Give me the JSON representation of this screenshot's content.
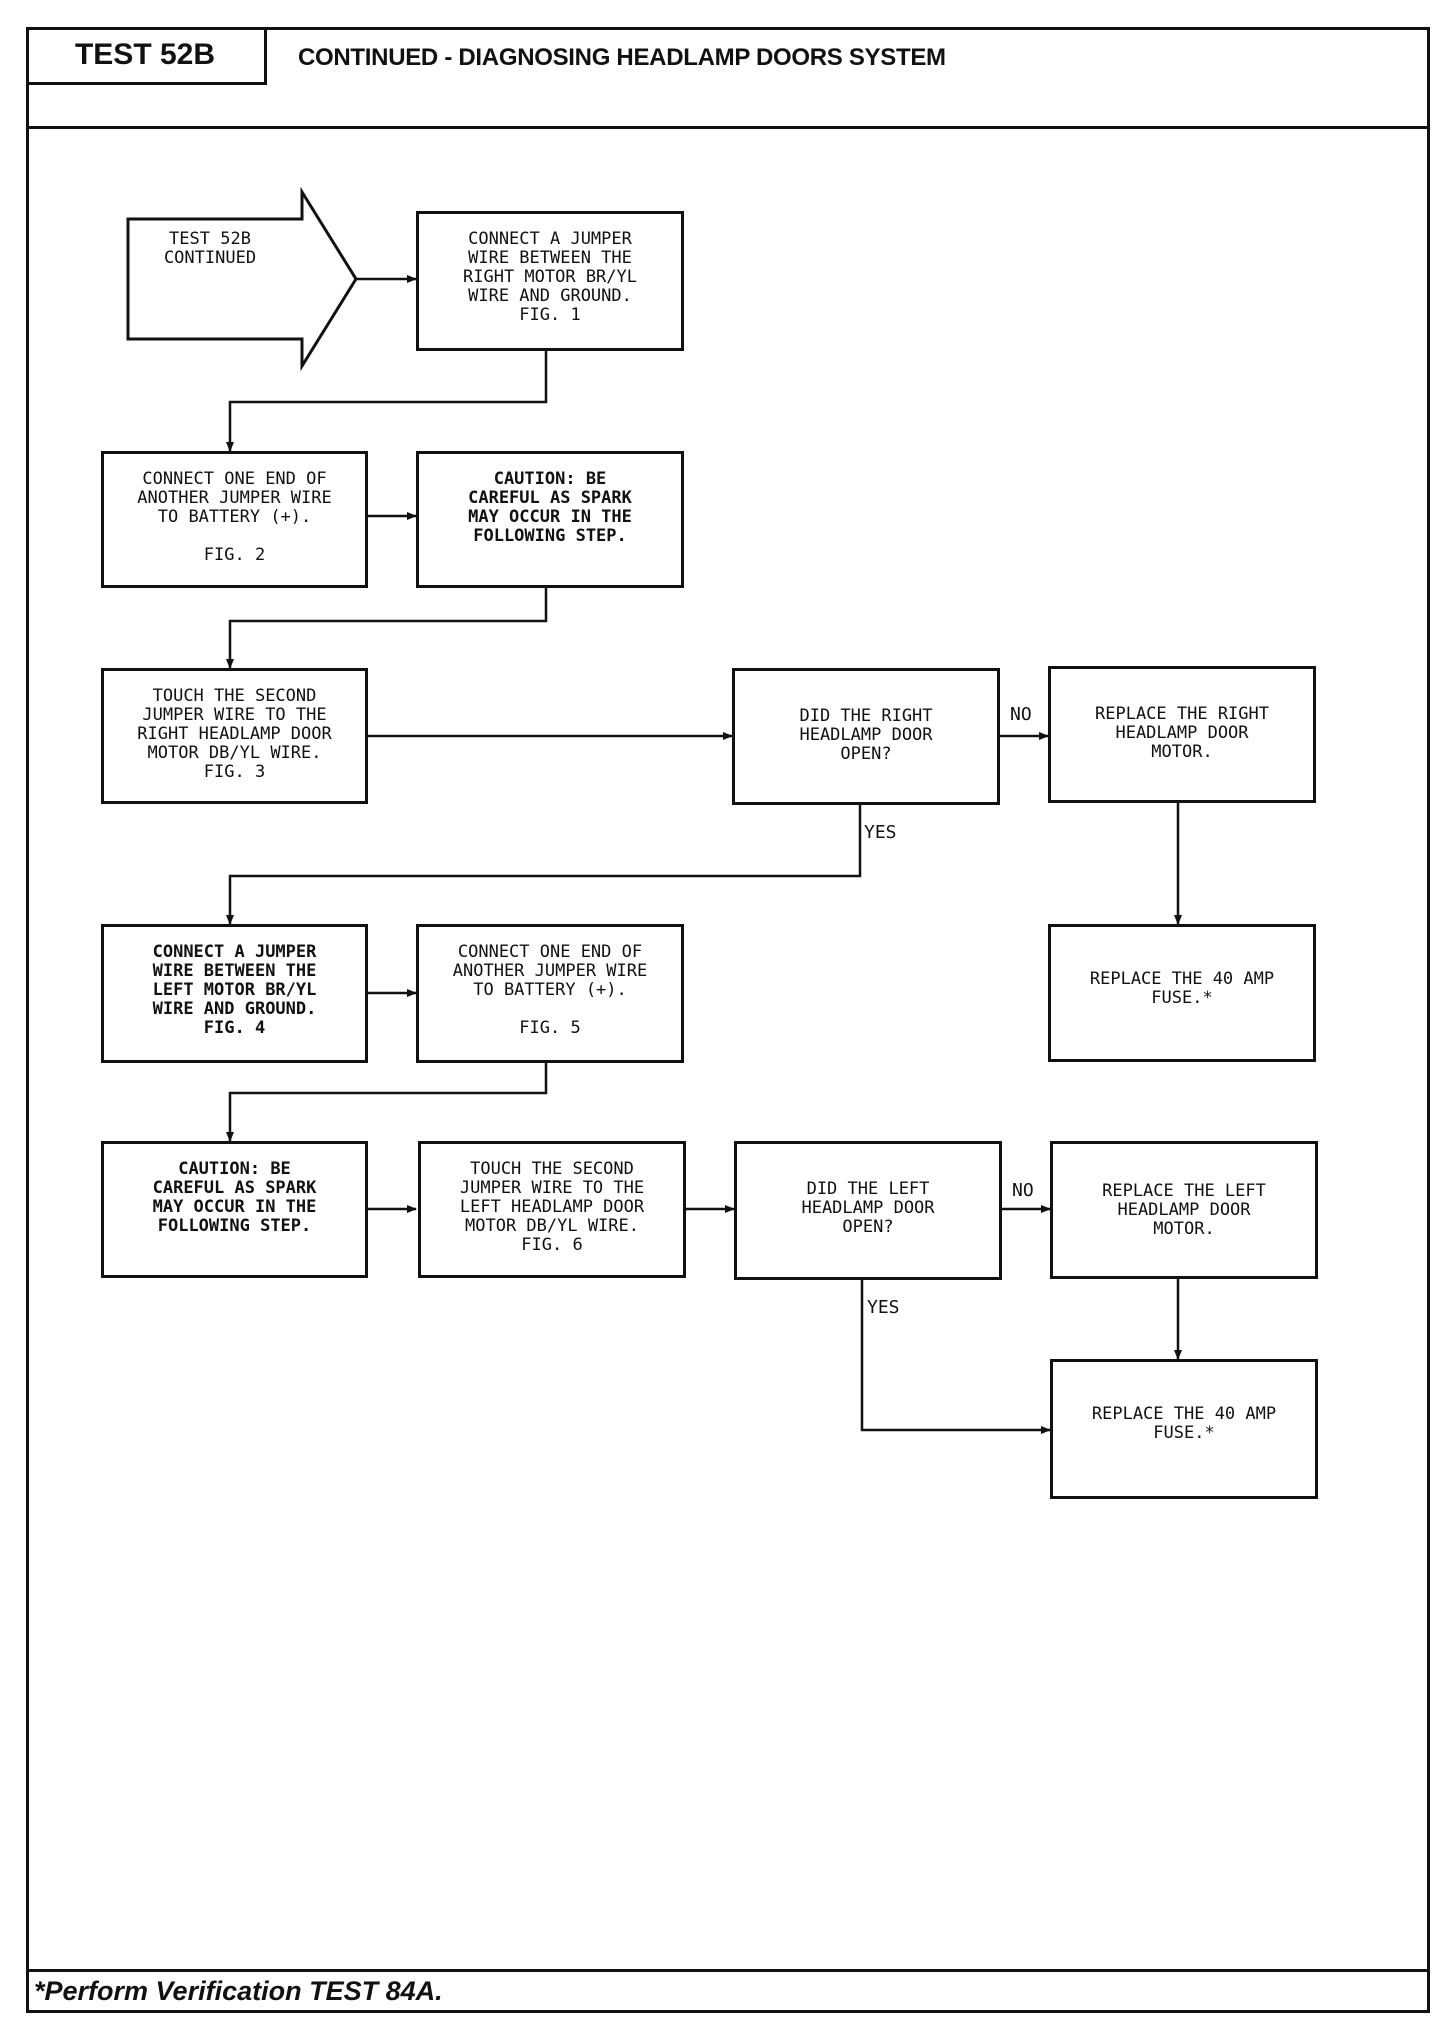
{
  "header": {
    "test_label": "TEST 52B",
    "title": "CONTINUED - DIAGNOSING HEADLAMP DOORS SYSTEM"
  },
  "flowchart": {
    "start": "TEST 52B\nCONTINUED",
    "step_connect_right_jumper": "CONNECT A JUMPER\nWIRE BETWEEN THE\nRIGHT MOTOR BR/YL\nWIRE AND GROUND.\nFIG. 1",
    "step_connect_battery_1": "CONNECT ONE END OF\nANOTHER JUMPER WIRE\nTO BATTERY (+).\n\nFIG. 2",
    "caution_1": "CAUTION:  BE\nCAREFUL AS SPARK\nMAY OCCUR IN THE\nFOLLOWING STEP.",
    "step_touch_right": "TOUCH THE SECOND\nJUMPER WIRE TO THE\nRIGHT HEADLAMP DOOR\nMOTOR DB/YL WIRE.\nFIG. 3",
    "decision_right": "DID THE RIGHT\nHEADLAMP DOOR\nOPEN?",
    "replace_right_motor": "REPLACE THE RIGHT\nHEADLAMP DOOR\nMOTOR.",
    "replace_fuse_1": "REPLACE THE 40 AMP\nFUSE.*",
    "step_connect_left_jumper": "CONNECT A JUMPER\nWIRE BETWEEN THE\nLEFT MOTOR BR/YL\nWIRE AND GROUND.\nFIG. 4",
    "step_connect_battery_2": "CONNECT ONE END OF\nANOTHER JUMPER WIRE\nTO BATTERY (+).\n\nFIG. 5",
    "caution_2": "CAUTION:  BE\nCAREFUL AS SPARK\nMAY OCCUR IN THE\nFOLLOWING STEP.",
    "step_touch_left": "TOUCH THE SECOND\nJUMPER WIRE TO THE\nLEFT HEADLAMP DOOR\nMOTOR DB/YL WIRE.\nFIG. 6",
    "decision_left": "DID THE LEFT\nHEADLAMP DOOR\nOPEN?",
    "replace_left_motor": "REPLACE THE LEFT\nHEADLAMP DOOR\nMOTOR.",
    "replace_fuse_2": "REPLACE THE 40 AMP\nFUSE.*",
    "labels": {
      "no": "NO",
      "yes": "YES"
    }
  },
  "footer": {
    "note": "*Perform Verification TEST 84A."
  }
}
